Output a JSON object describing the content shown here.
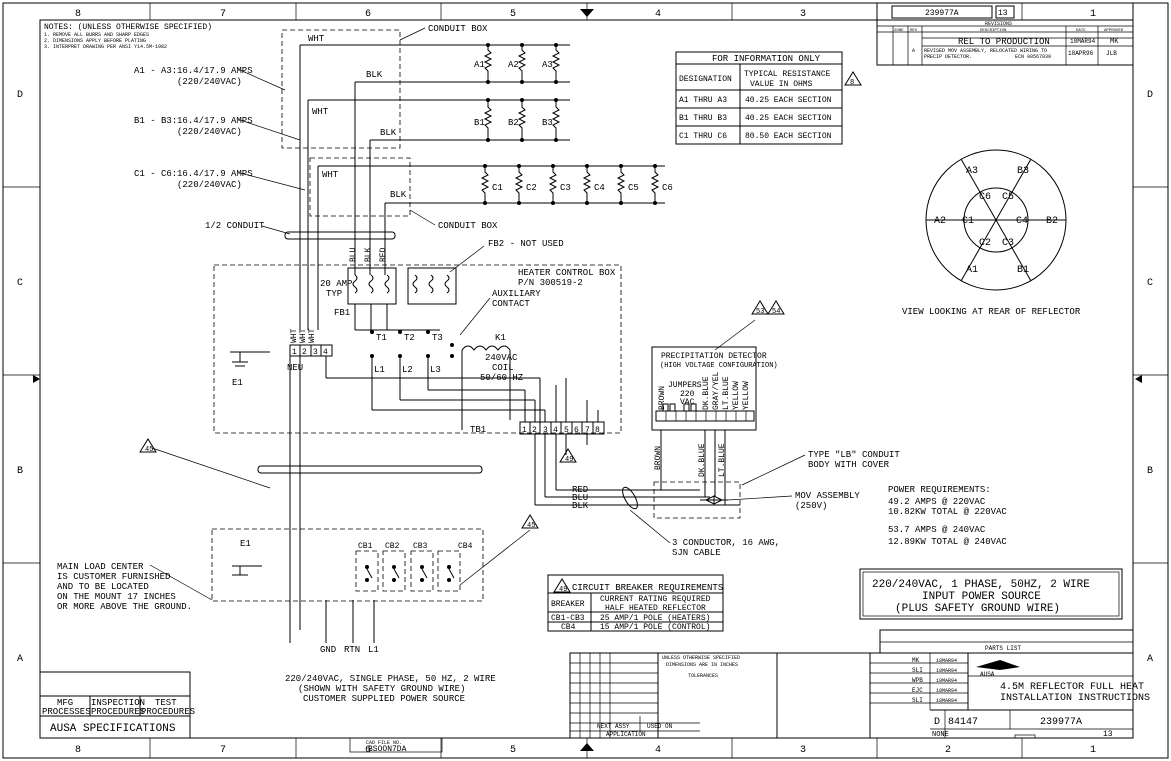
{
  "zones": {
    "top": [
      "8",
      "7",
      "6",
      "5",
      "4",
      "3",
      "2",
      "1"
    ],
    "side": [
      "D",
      "C",
      "B",
      "A"
    ]
  },
  "notes": {
    "title": "NOTES: (UNLESS OTHERWISE SPECIFIED)",
    "lines": [
      "1. REMOVE ALL BURRS AND SHARP EDGES",
      "2. DIMENSIONS APPLY BEFORE PLATING",
      "3. INTERPRET DRAWING PER ANSI Y14.5M-1982"
    ]
  },
  "heaters": {
    "a_label": "A1 - A3:",
    "a_amps": "16.4/17.9 AMPS",
    "a_volts": "(220/240VAC)",
    "b_label": "B1 - B3:",
    "b_amps": "16.4/17.9 AMPS",
    "b_volts": "(220/240VAC)",
    "c_label": "C1 - C6:",
    "c_amps": "16.4/17.9 AMPS",
    "c_volts": "(220/240VAC)",
    "elements_a": [
      "A1",
      "A2",
      "A3"
    ],
    "elements_b": [
      "B1",
      "B2",
      "B3"
    ],
    "elements_c": [
      "C1",
      "C2",
      "C3",
      "C4",
      "C5",
      "C6"
    ]
  },
  "wires": {
    "wht": "WHT",
    "blk": "BLK",
    "blu": "BLU",
    "red": "RED",
    "brown": "BROWN",
    "dkblue": "DK.BLUE",
    "ltblue": "LT.BLUE"
  },
  "callouts": {
    "conduit_box": "CONDUIT BOX",
    "conduit_half": "1/2 CONDUIT",
    "fb2": "FB2 - NOT USED",
    "heater_box": "HEATER CONTROL BOX",
    "heater_pn": "P/N 300519-2",
    "amp20": "20 AMP",
    "typ": "TYP",
    "fb1": "FB1",
    "aux": "AUXILIARY",
    "contact": "CONTACT",
    "k1": "K1",
    "coil_v": "240VAC",
    "coil": "COIL",
    "coil_hz": "50/60 HZ",
    "neu": "NEU",
    "e1": "E1",
    "tb1": "TB1",
    "lb_conduit": "TYPE \"LB\" CONDUIT",
    "lb_body": "BODY WITH COVER",
    "mov": "MOV ASSEMBLY",
    "mov_v": "(250V)",
    "cable": "3 CONDUCTOR, 16 AWG,",
    "cable2": "SJN CABLE",
    "main_load": [
      "MAIN LOAD CENTER",
      "IS CUSTOMER FURNISHED",
      "AND TO BE LOCATED",
      "ON THE MOUNT 17 INCHES",
      "OR MORE ABOVE THE GROUND."
    ],
    "gnd": "GND",
    "rtn": "RTN",
    "l1": "L1",
    "supply": [
      "220/240VAC, SINGLE PHASE, 50 HZ, 2 WIRE",
      "(SHOWN WITH SAFETY GROUND WIRE)",
      "CUSTOMER SUPPLIED POWER SOURCE"
    ],
    "rev_tag_8": "8",
    "rev_tag_45": "45",
    "rev_tag_49": "49",
    "rev_tag_53": "53",
    "rev_tag_54": "54"
  },
  "contacts": {
    "t": [
      "T1",
      "T2",
      "T3"
    ],
    "l": [
      "L1",
      "L2",
      "L3"
    ],
    "tb_left": [
      "1",
      "2",
      "3",
      "4"
    ],
    "tb1": [
      "1",
      "2",
      "3",
      "4",
      "5",
      "6",
      "7",
      "8"
    ],
    "cb": [
      "CB1",
      "CB2",
      "CB3",
      "CB4"
    ]
  },
  "detector": {
    "title": "PRECIPITATION DETECTOR",
    "subtitle": "(HIGH VOLTAGE CONFIGURATION)",
    "jumpers": "JUMPERS",
    "jv": "220",
    "jvac": "VAC",
    "pins": [
      "BROWN",
      "DK.BLUE",
      "GRAY/YEL",
      "LT.BLUE",
      "YELLOW",
      "YELLOW"
    ]
  },
  "info_table": {
    "title": "FOR INFORMATION ONLY",
    "h1": "DESIGNATION",
    "h2a": "TYPICAL RESISTANCE",
    "h2b": "VALUE IN OHMS",
    "rows": [
      {
        "d": "A1 THRU A3",
        "v": "40.25 EACH SECTION"
      },
      {
        "d": "B1 THRU B3",
        "v": "40.25 EACH SECTION"
      },
      {
        "d": "C1 THRU C6",
        "v": "80.50 EACH SECTION"
      }
    ]
  },
  "reflector": {
    "outer": [
      "A3",
      "B3",
      "B2",
      "B1",
      "A1",
      "A2"
    ],
    "inner": [
      "C6",
      "C5",
      "C4",
      "C3",
      "C2",
      "C1"
    ],
    "caption": "VIEW LOOKING AT REAR OF REFLECTOR"
  },
  "power": {
    "title": "POWER REQUIREMENTS:",
    "l1": "49.2 AMPS @ 220VAC",
    "l2": "10.82KW TOTAL @ 220VAC",
    "l3": "53.7 AMPS @ 240VAC",
    "l4": "12.89KW TOTAL @ 240VAC"
  },
  "input_box": {
    "l1": "220/240VAC, 1 PHASE, 50HZ, 2 WIRE",
    "l2": "INPUT POWER SOURCE",
    "l3": "(PLUS SAFETY GROUND WIRE)"
  },
  "cb_table": {
    "title": "CIRCUIT BREAKER REQUIREMENTS",
    "h1": "BREAKER",
    "h2a": "CURRENT RATING REQUIRED",
    "h2b": "HALF HEATED REFLECTOR",
    "rows": [
      {
        "b": "CB1-CB3",
        "v": "25 AMP/1 POLE (HEATERS)"
      },
      {
        "b": "CB4",
        "v": "15 AMP/1 POLE (CONTROL)"
      }
    ]
  },
  "revisions": {
    "dwg_no": "239977A",
    "sheet": "13",
    "title": "REVISIONS",
    "cols": [
      "ZONE",
      "REV",
      "DESCRIPTION",
      "DATE",
      "APPROVED"
    ],
    "row1": {
      "desc": "REL TO PRODUCTION",
      "date": "18MAR94",
      "appr": "MK"
    },
    "row2": {
      "rev": "A",
      "desc1": "REVISED MOV ASSEMBLY, RELOCATED WIRING TO",
      "desc2": "PRECIP DETECTOR.",
      "ecn": "ECN 00567039",
      "date": "18APR96",
      "appr": "JLB"
    }
  },
  "title_block": {
    "parts_list": "PARTS LIST",
    "company": "AUSA",
    "title1": "4.5M REFLECTOR FULL HEAT",
    "title2": "INSTALLATION INSTRUCTIONS",
    "size": "D",
    "cage": "84147",
    "dwg": "239977A",
    "scale": "NONE",
    "sheet_of": "13",
    "names": [
      "MK",
      "SLI",
      "WPB",
      "EJC",
      "SLI"
    ],
    "dates": [
      "18MAR94",
      "18MAR94",
      "18MAR94",
      "18MAR94",
      "18MAR94"
    ],
    "tolerances": "TOLERANCES",
    "unless": "UNLESS OTHERWISE SPECIFIED",
    "dims": "DIMENSIONS ARE IN INCHES",
    "next_assy": "NEXT ASSY",
    "used_on": "USED ON",
    "application": "APPLICATION",
    "cad_file": "CAD FILE NO.",
    "cad_no": "BSOON7DA",
    "rev": "A",
    "specs": "AUSA SPECIFICATIONS",
    "mfg": "MFG",
    "mfg2": "PROCESSES",
    "insp": "INSPECTION",
    "insp2": "PROCEDURES",
    "test": "TEST",
    "test2": "PROCEDURES"
  }
}
